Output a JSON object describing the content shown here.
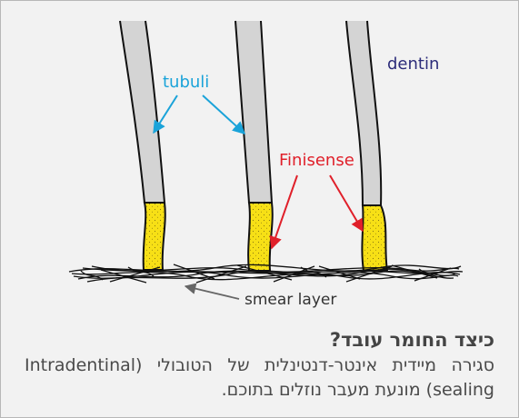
{
  "labels": {
    "tubuli": "tubuli",
    "dentin": "dentin",
    "finisense": "Finisense",
    "smear_layer": "smear layer"
  },
  "heading": "כיצד החומר עובד?",
  "body": "סגירה מיידית אינטר-דנטינלית של הטובולי (Intradentinal sealing) מונעת מעבר נוזלים בתוכם.",
  "colors": {
    "tubuli_label": "#1aa3d9",
    "dentin_label": "#2c2c7a",
    "finisense_label": "#e0202a",
    "tubule_fill": "#d4d4d4",
    "sealant_fill": "#f7e016"
  }
}
